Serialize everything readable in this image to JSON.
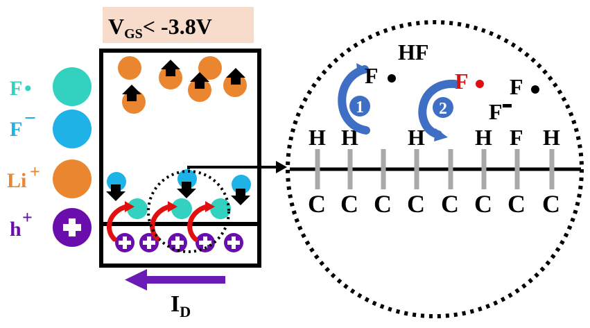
{
  "colors": {
    "f_radical": "#33D1C0",
    "fluoride": "#1FB2E6",
    "lithium": "#E9862F",
    "hole": "#6A0DAD",
    "vgs_box": "#F8DCCB",
    "red_arrow": "#E01010",
    "blue_arrow": "#3F6FC4",
    "current_arrow": "#6B1BB5",
    "bond": "#A9A9A9"
  },
  "voltage_label": {
    "main": "V",
    "sub": "GS",
    "rest": "< -3.8V"
  },
  "legend": [
    {
      "symbol": "F",
      "mark": "•",
      "species": "f-radical",
      "icon": "teal-circle"
    },
    {
      "symbol": "F",
      "mark": "−",
      "species": "fluoride",
      "icon": "blue-circle"
    },
    {
      "symbol": "Li",
      "mark": "+",
      "species": "lithium",
      "icon": "orange-circle"
    },
    {
      "symbol": "h",
      "mark": "+",
      "species": "hole",
      "icon": "purple-plus-circle"
    }
  ],
  "current_label": {
    "main": "I",
    "sub": "D"
  },
  "zoom": {
    "top_species": [
      "F",
      "•",
      "HF",
      "F",
      "•",
      "F",
      "•",
      "F",
      "−"
    ],
    "step_labels": [
      "1",
      "2"
    ],
    "surface_atoms": [
      "H",
      "H",
      "H",
      "H",
      "F",
      "H"
    ],
    "carbon_atoms": [
      "C",
      "C",
      "C",
      "C",
      "C",
      "C",
      "C",
      "C"
    ]
  }
}
